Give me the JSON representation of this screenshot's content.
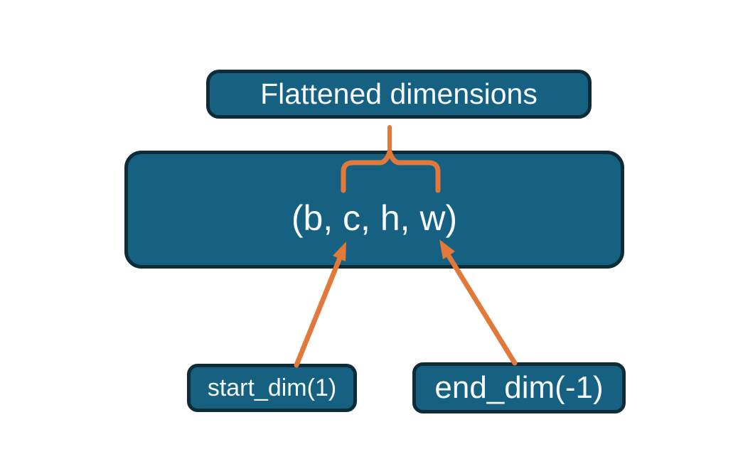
{
  "diagram": {
    "title_box": "Flattened dimensions",
    "tensor_box": "(b, c, h, w)",
    "start_box": "start_dim(1)",
    "end_box": "end_dim(-1)"
  },
  "colors": {
    "box_fill": "#166182",
    "box_border": "#0e2c38",
    "accent_orange": "#e2783a",
    "text": "#f7fafb",
    "background": "#ffffff"
  }
}
